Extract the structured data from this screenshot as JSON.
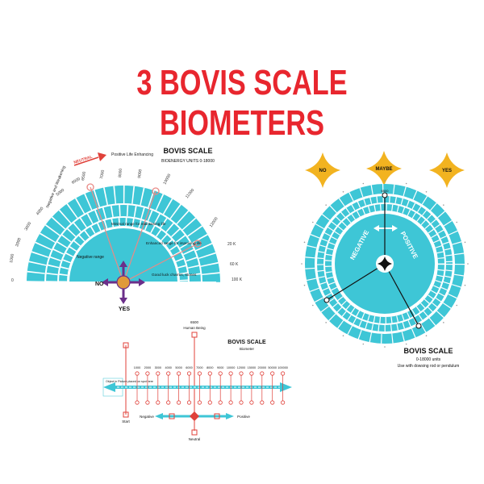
{
  "page_title": "3 BOVIS SCALE BIOMETERS",
  "colors": {
    "title": "#e8262e",
    "accent": "#3ec6d6",
    "dark": "#1a1a1a",
    "gold": "#f2b320",
    "purple": "#6b2f8a",
    "red": "#e0413a"
  },
  "semicircle": {
    "title": "BOVIS SCALE",
    "subtitle": "BIOENERGY UNITS 0-18000",
    "arrow_neutral": "NEUTRAL",
    "arrow_positive": "Positive Life Enhancing",
    "negative_label": "Negative and Weakening",
    "ticks": [
      "1000",
      "2000",
      "3000",
      "4000",
      "5000",
      "6000",
      "6500",
      "7000",
      "8000",
      "9000",
      "10000",
      "11000",
      "12000"
    ],
    "right_marks": [
      "20 K",
      "60 K",
      "100 K"
    ],
    "negative_range": "Negative range",
    "minimal_range": "Minimal range for maintaining life",
    "enhanced_range": "Enhanced range for improving life",
    "good_luck": "Good luck charms, stones",
    "no": "NO",
    "yes": "YES",
    "zero": "0"
  },
  "circle": {
    "stars": [
      "NO",
      "MAYBE",
      "YES"
    ],
    "negative": "NEGATIVE",
    "positive": "POSITIVE",
    "top_value": "6500",
    "title": "BOVIS SCALE",
    "units": "0-18000 units",
    "instruction": "Use with dowsing rod or pendulum"
  },
  "linear": {
    "title": "BOVIS SCALE",
    "subtitle": "Biometer",
    "human_value": "6500",
    "human_label": "Human Being",
    "ticks": [
      "1000",
      "2000",
      "3000",
      "4000",
      "5000",
      "6000",
      "7000",
      "8000",
      "9000",
      "10000",
      "12000",
      "15000",
      "20000",
      "50000",
      "100000"
    ],
    "pointer_label": "Object in Picture placed on spot here",
    "start": "Start",
    "negative": "Negative",
    "positive": "Positive",
    "neutral": "Neutral"
  }
}
